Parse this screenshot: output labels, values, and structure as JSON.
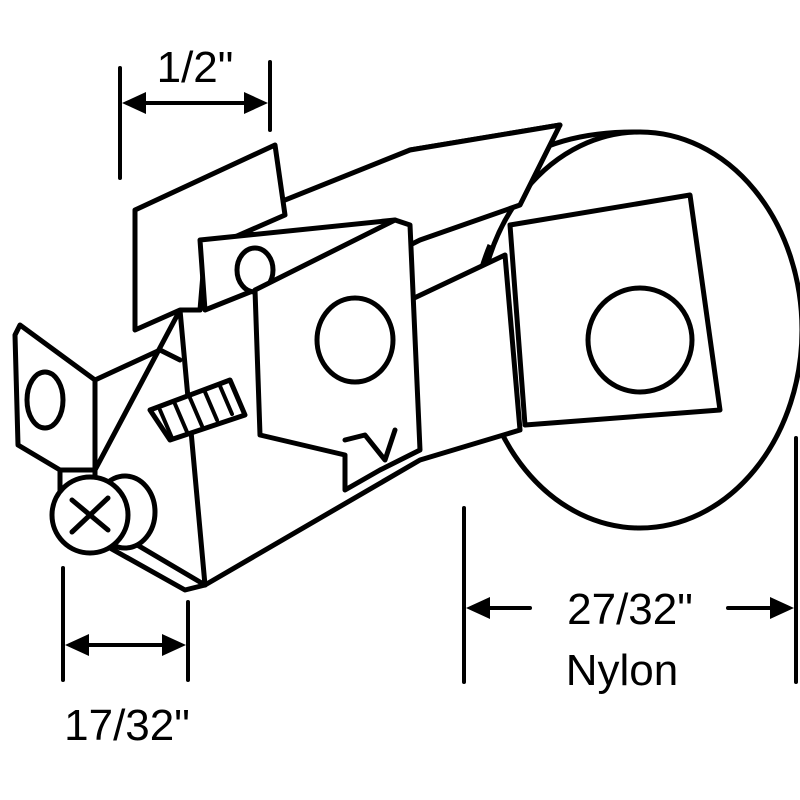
{
  "dimensions": {
    "top_width": "1/2\"",
    "bottom_width": "17/32\"",
    "wheel_diameter": "27/32\"",
    "wheel_material": "Nylon"
  }
}
